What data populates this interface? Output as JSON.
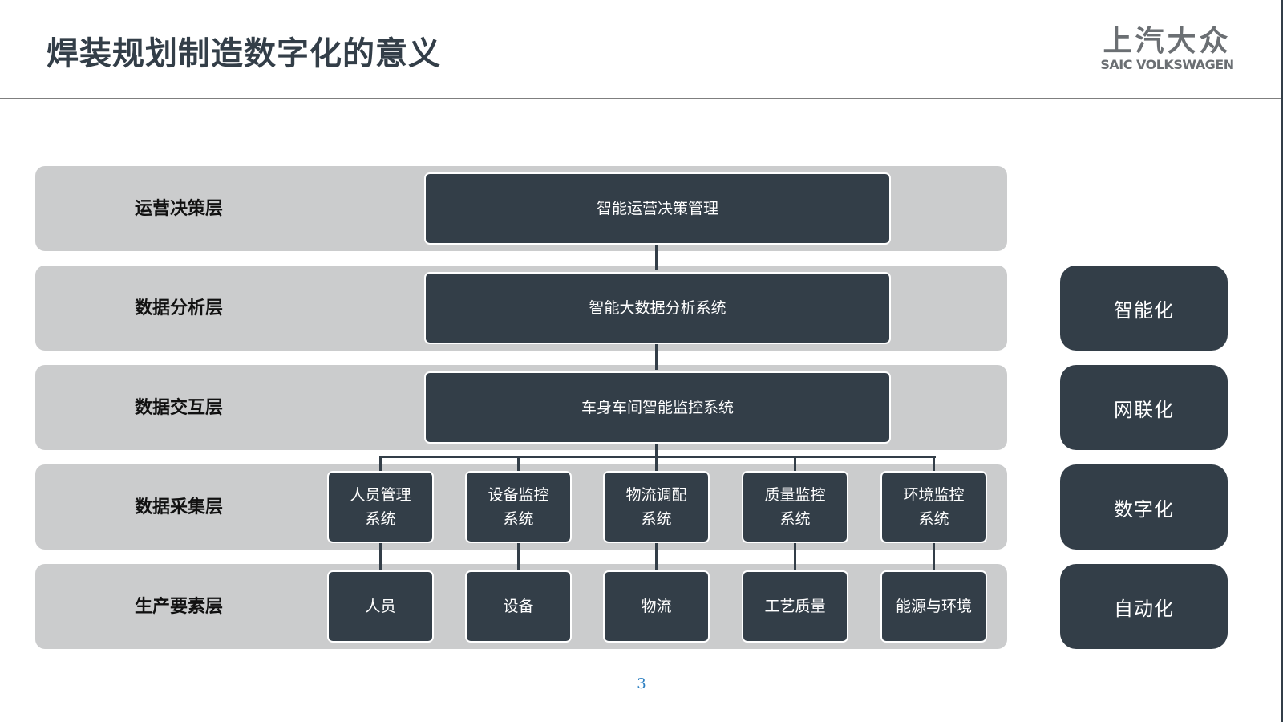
{
  "header": {
    "title": "焊装规划制造数字化的意义",
    "logo_cn": "上汽大众",
    "logo_en": "SAIC VOLKSWAGEN"
  },
  "layers": [
    {
      "label": "运营决策层",
      "boxes": [
        "智能运营决策管理"
      ]
    },
    {
      "label": "数据分析层",
      "boxes": [
        "智能大数据分析系统"
      ]
    },
    {
      "label": "数据交互层",
      "boxes": [
        "车身车间智能监控系统"
      ]
    },
    {
      "label": "数据采集层",
      "boxes": [
        "人员管理\n系统",
        "设备监控\n系统",
        "物流调配\n系统",
        "质量监控\n系统",
        "环境监控\n系统"
      ]
    },
    {
      "label": "生产要素层",
      "boxes": [
        "人员",
        "设备",
        "物流",
        "工艺质量",
        "能源与环境"
      ]
    }
  ],
  "side_labels": [
    "智能化",
    "网联化",
    "数字化",
    "自动化"
  ],
  "page_number": "3",
  "colors": {
    "box": "#333e48",
    "band": "#cbcccd",
    "page_number": "#2c7fc1"
  }
}
